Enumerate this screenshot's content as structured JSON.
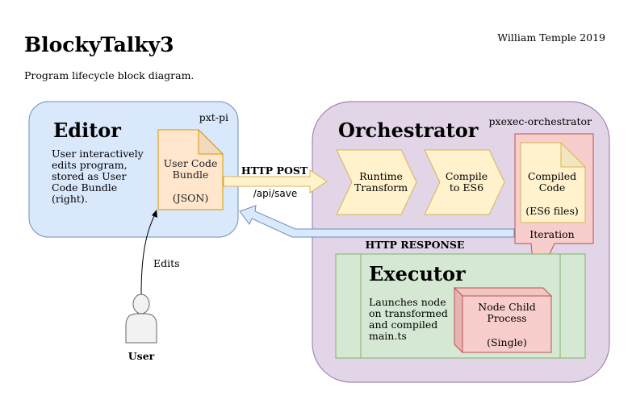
{
  "title": "BlockyTalky3",
  "subtitle": "Program lifecycle block diagram.",
  "author": "William Temple 2019",
  "editor": {
    "heading": "Editor",
    "tag": "pxt-pi",
    "description": [
      "User interactively",
      "edits program,",
      "stored as User",
      "Code Bundle",
      "(right)."
    ],
    "bundle": {
      "lines": [
        "User Code",
        "Bundle",
        "",
        "(JSON)"
      ]
    }
  },
  "http_post": {
    "label": "HTTP POST",
    "path": "/api/save"
  },
  "http_response": {
    "label": "HTTP RESPONSE"
  },
  "orchestrator": {
    "heading": "Orchestrator",
    "tag": "pxexec-orchestrator",
    "steps": [
      {
        "lines": [
          "Runtime",
          "Transform"
        ]
      },
      {
        "lines": [
          "Compile",
          "to ES6"
        ]
      }
    ],
    "compiled": {
      "lines": [
        "Compiled",
        "Code",
        "",
        "(ES6 files)"
      ]
    },
    "iteration_label": "Iteration"
  },
  "executor": {
    "heading": "Executor",
    "description": [
      "Launches node",
      "on transformed",
      "and compiled",
      "main.ts"
    ],
    "process": {
      "lines": [
        "Node Child",
        "Process",
        "",
        "(Single)"
      ]
    }
  },
  "user": {
    "label": "User",
    "edge_label": "Edits"
  },
  "colors": {
    "editor_fill": "#dae8fc",
    "editor_stroke": "#6c8ebf",
    "orch_fill": "#e1d5e7",
    "orch_stroke": "#9673a6",
    "bundle_fill": "#ffe6cc",
    "bundle_stroke": "#d79b00",
    "step_fill": "#fff2cc",
    "step_stroke": "#d6b656",
    "red_fill": "#f8cecc",
    "red_stroke": "#b85450",
    "exec_fill": "#d5e8d4",
    "exec_stroke": "#82b366"
  }
}
